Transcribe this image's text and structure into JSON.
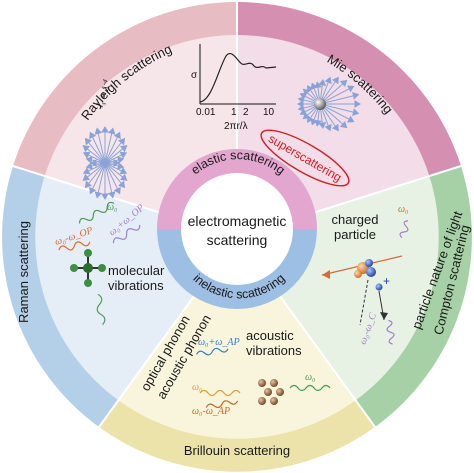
{
  "outer_ring": {
    "rayleigh": "Rayleigh scattering",
    "mie": "Mie scattering",
    "raman": "Raman scattering",
    "compton": "Compton scattering",
    "brillouin": "Brillouin scattering"
  },
  "inner_ring": {
    "elastic": "elastic scattering",
    "inelastic": "inelastic scattering"
  },
  "center": {
    "line1": "electromagnetic",
    "line2": "scattering"
  },
  "rayleigh_panel": {
    "formula_lhs": "I",
    "formula_sub": "s",
    "formula_rhs": "∝ λ",
    "formula_sup": "-4"
  },
  "mie_panel": {
    "plot_ylabel": "σ",
    "plot_xlabel": "2πr/λ",
    "plot_ticks": [
      "0.01",
      "1",
      "2",
      "10"
    ],
    "superscattering": "superscattering"
  },
  "raman_panel": {
    "label_line1": "molecular",
    "label_line2": "vibrations",
    "omega0": "ω₀",
    "omega_minus": "ω₀-ω_OP",
    "omega_plus": "ω₀+ω_OP"
  },
  "compton_panel": {
    "label_line1": "charged",
    "label_line2": "particle",
    "side_text": "particle nature of light",
    "omega0": "ω₀",
    "omega_shift": "ω₀-ω_C",
    "plus": "+"
  },
  "brillouin_panel": {
    "label_line1": "acoustic",
    "label_line2": "vibrations",
    "side_text_1": "optical phonon",
    "side_text_2": "acoustic phonon",
    "omega0_a": "ω₀",
    "omega0_b": "ω₀",
    "omega_plus": "ω₀+ω_AP",
    "omega_minus": "ω₀-ω_AP"
  },
  "colors": {
    "rayleigh_outer": "#e8bcc3",
    "mie_outer": "#d58fb0",
    "raman_outer": "#b4cfe8",
    "compton_outer": "#a6d1a6",
    "brillouin_outer": "#ece3aa",
    "rayleigh_inner": "#f7e6e9",
    "mie_inner": "#f2dde8",
    "raman_inner": "#e5eef7",
    "compton_inner": "#e8f2e4",
    "brillouin_inner": "#f8f5dc",
    "elastic_ring": "#e3a6cf",
    "inelastic_ring": "#9dbfe3",
    "superscattering_red": "#d11f24"
  }
}
